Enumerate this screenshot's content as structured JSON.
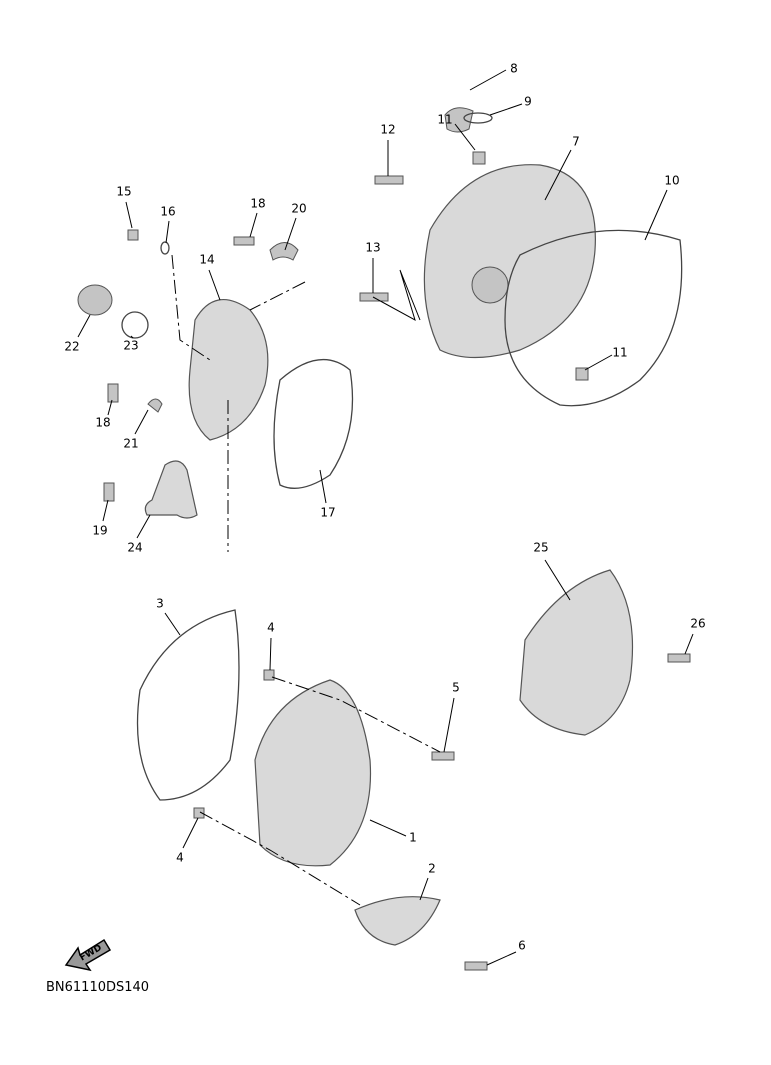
{
  "diagram_code": "BN61110DS140",
  "fwd_icon": {
    "icon": "forward-arrow-icon",
    "text": "FWD"
  },
  "callouts": [
    "8",
    "9",
    "11",
    "12",
    "7",
    "10",
    "15",
    "16",
    "18",
    "20",
    "14",
    "13",
    "22",
    "23",
    "11",
    "18",
    "21",
    "17",
    "19",
    "24",
    "25",
    "3",
    "4",
    "26",
    "5",
    "1",
    "4",
    "2",
    "6"
  ]
}
